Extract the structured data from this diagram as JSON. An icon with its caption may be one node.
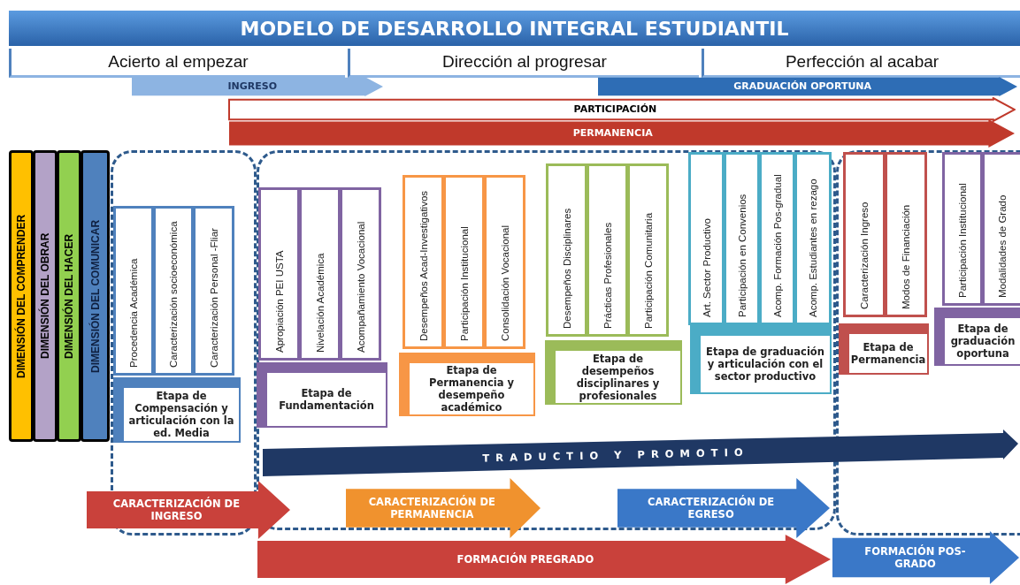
{
  "diagram": {
    "title": "MODELO DE DESARROLLO INTEGRAL ESTUDIANTIL",
    "nodes": [
      {
        "text": [
          "Acierto al empezar"
        ]
      },
      {
        "text": [
          "Dirección al progresar"
        ]
      },
      {
        "text": [
          "Perfección al acabar"
        ]
      },
      {
        "text": [
          "INGRESO"
        ]
      },
      {
        "text": [
          "GRADUACIÓN OPORTUNA"
        ]
      },
      {
        "text": [
          "PARTICIPACIÓN"
        ]
      },
      {
        "text": [
          "PERMANENCIA"
        ]
      },
      {
        "text": [
          "DIMENSIÓN DEL COMPRENDER"
        ]
      },
      {
        "text": [
          "DIMENSIÓN DEL OBRAR"
        ]
      },
      {
        "text": [
          "DIMENSIÓN DEL HACER"
        ]
      },
      {
        "text": [
          "DIMENSIÓN DEL COMUNICAR"
        ]
      },
      {
        "text": [],
        "shape": "box"
      },
      {
        "text": [
          "Procedencia Académica"
        ],
        "in": 11
      },
      {
        "text": [
          "Caracterización socioeconómica"
        ],
        "in": 11
      },
      {
        "text": [
          "Caracterización Personal -Fliar"
        ],
        "in": 11
      },
      {
        "text": [
          "Etapa de Compensación y articulación con la ed. Media"
        ],
        "in": 11
      },
      {
        "text": [],
        "shape": "box"
      },
      {
        "text": [
          "Apropiación PEI USTA"
        ],
        "in": 16
      },
      {
        "text": [
          "Nivelación Académica"
        ],
        "in": 16
      },
      {
        "text": [
          "Acompañamiento Vocacional"
        ],
        "in": 16
      },
      {
        "text": [
          "Etapa de Fundamentación"
        ],
        "in": 16
      },
      {
        "text": [
          "Desempeños Acad-Investigativos"
        ],
        "in": 16
      },
      {
        "text": [
          "Participación Institucional"
        ],
        "in": 16
      },
      {
        "text": [
          "Consolidación Vocacional"
        ],
        "in": 16
      },
      {
        "text": [
          "Etapa de Permanencia y desempeño académico"
        ],
        "in": 16
      },
      {
        "text": [
          "Desempeños Disciplinares"
        ],
        "in": 16
      },
      {
        "text": [
          "Prácticas Profesionales"
        ],
        "in": 16
      },
      {
        "text": [
          "Participación Comunitaria"
        ],
        "in": 16
      },
      {
        "text": [
          "Etapa de desempeños disciplinares y profesionales"
        ],
        "in": 16
      },
      {
        "text": [
          "Art. Sector Productivo"
        ],
        "in": 16
      },
      {
        "text": [
          "Participación en Convenios"
        ],
        "in": 16
      },
      {
        "text": [
          "Acomp. Formación Pos-gradual"
        ],
        "in": 16
      },
      {
        "text": [
          "Acomp. Estudiantes en rezago"
        ],
        "in": 16
      },
      {
        "text": [
          "Etapa de graduación y articulación con el sector productivo"
        ],
        "in": 16
      },
      {
        "text": [],
        "shape": "box"
      },
      {
        "text": [
          "Caracterización Ingreso"
        ],
        "in": 34
      },
      {
        "text": [
          "Modos de Financiación"
        ],
        "in": 34
      },
      {
        "text": [
          "Etapa de Permanencia"
        ],
        "in": 34
      },
      {
        "text": [
          "Participación Institucional"
        ],
        "in": 34
      },
      {
        "text": [
          "Modalidades de Grado"
        ],
        "in": 34
      },
      {
        "text": [
          "Etapa de graduación oportuna"
        ],
        "in": 34
      },
      {
        "text": [
          "TRADUCTIO Y PROMOTIO"
        ]
      },
      {
        "text": [
          "CARACTERIZACIÓN DE INGRESO"
        ]
      },
      {
        "text": [
          "CARACTERIZACIÓN DE PERMANENCIA"
        ]
      },
      {
        "text": [
          "CARACTERIZACIÓN DE EGRESO"
        ]
      },
      {
        "text": [
          "FORMACIÓN PREGRADO"
        ]
      },
      {
        "text": [
          "FORMACIÓN POS- GRADO"
        ]
      }
    ]
  }
}
